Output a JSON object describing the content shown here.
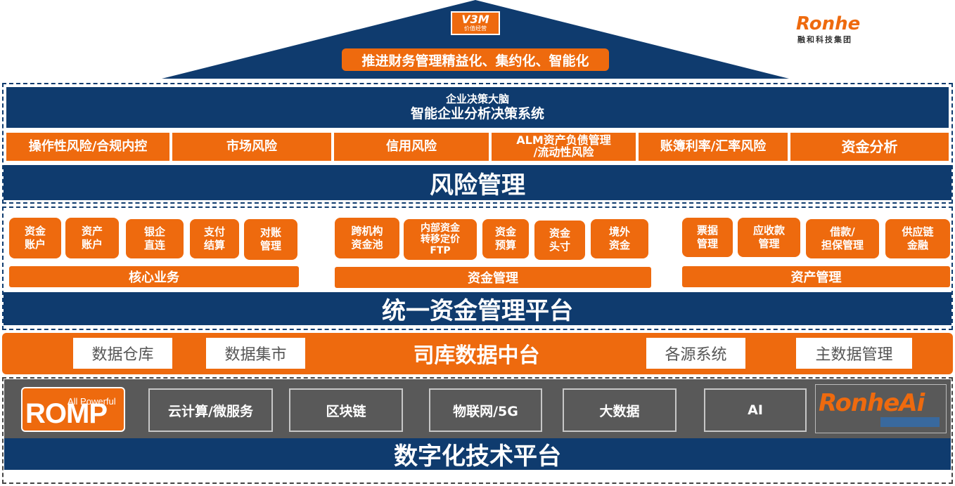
{
  "colors": {
    "navy": "#0f3b6e",
    "orange": "#ee6a0e",
    "gray": "#595959",
    "white": "#ffffff"
  },
  "top": {
    "vbm_logo": {
      "text": "V3M",
      "subtext": "价值经营"
    },
    "slogan": "推进财务管理精益化、集约化、智能化",
    "ronhe_logo": {
      "text": "Ronhe",
      "subtext": "融和科技集团"
    }
  },
  "decision": {
    "line1": "企业决策大脑",
    "line2": "智能企业分析决策系统"
  },
  "risk": {
    "items": [
      {
        "line1": "操作性风险/合规内控",
        "line2": ""
      },
      {
        "line1": "市场风险",
        "line2": ""
      },
      {
        "line1": "信用风险",
        "line2": ""
      },
      {
        "line1": "ALM资产负债管理",
        "line2": "/流动性风险"
      },
      {
        "line1": "账簿利率/汇率风险",
        "line2": ""
      },
      {
        "line1": "资金分析",
        "line2": ""
      }
    ],
    "title": "风险管理"
  },
  "treasury": {
    "core": {
      "modules": [
        {
          "l1": "资金",
          "l2": "账户",
          "l3": ""
        },
        {
          "l1": "资产",
          "l2": "账户",
          "l3": ""
        },
        {
          "l1": "银企",
          "l2": "直连",
          "l3": ""
        },
        {
          "l1": "支付",
          "l2": "结算",
          "l3": ""
        },
        {
          "l1": "对账",
          "l2": "管理",
          "l3": ""
        }
      ],
      "label": "核心业务"
    },
    "fund": {
      "modules": [
        {
          "l1": "跨机构",
          "l2": "资金池",
          "l3": ""
        },
        {
          "l1": "内部资金",
          "l2": "转移定价",
          "l3": "FTP"
        },
        {
          "l1": "资金",
          "l2": "预算",
          "l3": ""
        },
        {
          "l1": "资金",
          "l2": "头寸",
          "l3": ""
        },
        {
          "l1": "境外",
          "l2": "资金",
          "l3": ""
        }
      ],
      "label": "资金管理"
    },
    "asset": {
      "modules": [
        {
          "l1": "票据",
          "l2": "管理",
          "l3": ""
        },
        {
          "l1": "应收款",
          "l2": "管理",
          "l3": ""
        },
        {
          "l1": "借款/",
          "l2": "担保管理",
          "l3": ""
        },
        {
          "l1": "供应链",
          "l2": "金融",
          "l3": ""
        }
      ],
      "label": "资产管理"
    },
    "title": "统一资金管理平台"
  },
  "data_middle": {
    "items": [
      "数据仓库",
      "数据集市",
      "各源系统",
      "主数据管理"
    ],
    "title": "司库数据中台"
  },
  "tech": {
    "romp": {
      "letters": "ROMP",
      "tag_line1": "All Powerful"
    },
    "items": [
      "云计算/微服务",
      "区块链",
      "物联网/5G",
      "大数据",
      "AI"
    ],
    "ronhe_ai": {
      "text": "RonheAi"
    },
    "title": "数字化技术平台"
  }
}
